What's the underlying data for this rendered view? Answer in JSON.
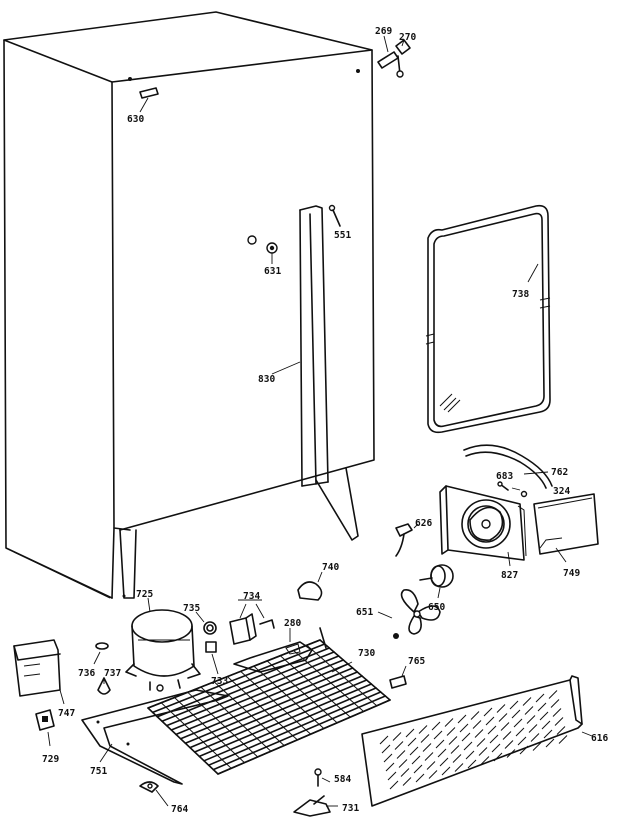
{
  "parts": [
    {
      "id": "p269",
      "label": "269"
    },
    {
      "id": "p270",
      "label": "270"
    },
    {
      "id": "p630",
      "label": "630"
    },
    {
      "id": "p551",
      "label": "551"
    },
    {
      "id": "p631",
      "label": "631"
    },
    {
      "id": "p738",
      "label": "738"
    },
    {
      "id": "p830",
      "label": "830"
    },
    {
      "id": "p683",
      "label": "683"
    },
    {
      "id": "p762",
      "label": "762"
    },
    {
      "id": "p324",
      "label": "324"
    },
    {
      "id": "p626",
      "label": "626"
    },
    {
      "id": "p749",
      "label": "749"
    },
    {
      "id": "p827",
      "label": "827"
    },
    {
      "id": "p740",
      "label": "740"
    },
    {
      "id": "p725",
      "label": "725"
    },
    {
      "id": "p735",
      "label": "735"
    },
    {
      "id": "p734",
      "label": "734"
    },
    {
      "id": "p280",
      "label": "280"
    },
    {
      "id": "p651",
      "label": "651"
    },
    {
      "id": "p650",
      "label": "650"
    },
    {
      "id": "p730",
      "label": "730"
    },
    {
      "id": "p765",
      "label": "765"
    },
    {
      "id": "p736",
      "label": "736"
    },
    {
      "id": "p737",
      "label": "737"
    },
    {
      "id": "p733",
      "label": "733"
    },
    {
      "id": "p747",
      "label": "747"
    },
    {
      "id": "p616",
      "label": "616"
    },
    {
      "id": "p729",
      "label": "729"
    },
    {
      "id": "p751",
      "label": "751"
    },
    {
      "id": "p584",
      "label": "584"
    },
    {
      "id": "p764",
      "label": "764"
    },
    {
      "id": "p731",
      "label": "731"
    }
  ]
}
